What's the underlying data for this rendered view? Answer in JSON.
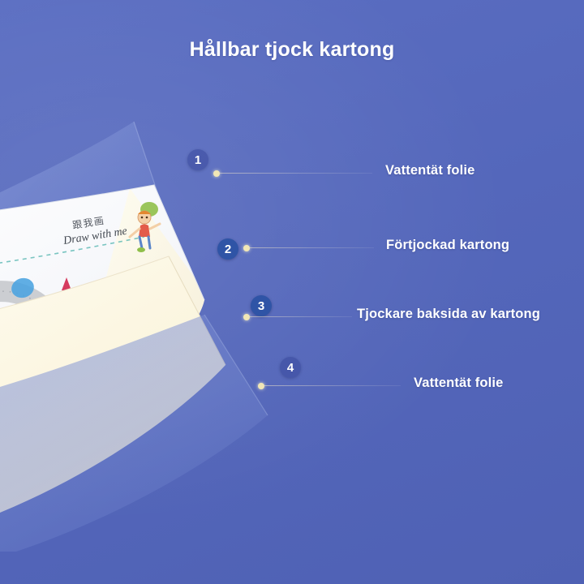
{
  "background_color": "#5467bb",
  "header": {
    "title": "Hållbar tjock kartong"
  },
  "product_art": {
    "card_text_cn": "跟我画",
    "card_text_en": "Draw with me",
    "colors": {
      "film_top": "#6f82cf",
      "card_white": "#f6f7fb",
      "card_cream": "#fbf6e2",
      "film_bottom": "#7184cd",
      "trace_gray": "#c6c8cc",
      "arrow_red": "#d53b5e",
      "dot_blue": "#4aa3e0",
      "chick_yellow": "#f6c73a",
      "dashed_teal": "#4fb3ae"
    }
  },
  "callouts": [
    {
      "number": "1",
      "label": "Vattentät folie"
    },
    {
      "number": "2",
      "label": "Förtjockad kartong"
    },
    {
      "number": "3",
      "label": "Tjockare baksida av kartong"
    },
    {
      "number": "4",
      "label": "Vattentät folie"
    }
  ]
}
